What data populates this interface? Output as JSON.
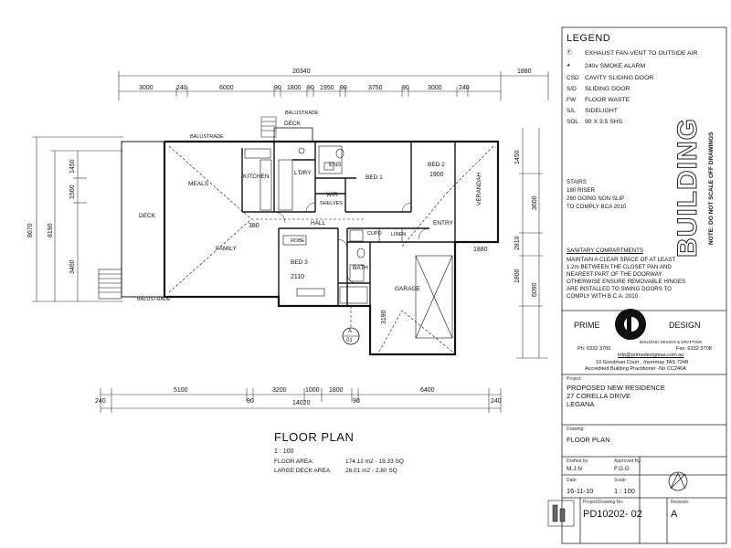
{
  "legend": {
    "title": "LEGEND",
    "items": [
      {
        "symbol": "Ⓕ",
        "text": "EXHAUST FAN-VENT TO OUTSIDE AIR"
      },
      {
        "symbol": "◕",
        "text": "240v SMOKE ALARM"
      },
      {
        "symbol": "CSD",
        "text": "CAVITY SLIDING DOOR"
      },
      {
        "symbol": "S/D",
        "text": "SLIDING DOOR"
      },
      {
        "symbol": "FW",
        "text": "FLOOR WASTE"
      },
      {
        "symbol": "S/L",
        "text": "SIDELIGHT"
      },
      {
        "symbol": "SOL",
        "text": "90 X 3.5 SHS"
      }
    ]
  },
  "stairs": {
    "title": "STAIRS",
    "lines": [
      "180 RISER",
      "260 GOING NON SLIP",
      "TO COMPLY BCA 2010"
    ]
  },
  "sanitary": {
    "title": "SANITARY COMPARTMENTS",
    "lines": [
      "MAINTAIN A CLEAR SPACE OF AT LEAST",
      "1.2m BETWEEN THE CLOSET PAN AND",
      "NEAREST PART OF THE DOORWAY",
      "OTHERWISE ENSURE REMOVABLE HINGES",
      "ARE INSTALLED TO SWING DOORS TO",
      "COMPLY WITH B.C.A. 2010"
    ]
  },
  "stamp": {
    "word": "BUILDING",
    "note": "NOTE: DO NOT SCALE OFF DRAWINGS"
  },
  "company": {
    "name_left": "PRIME",
    "name_right": "DESIGN",
    "tagline": "BUILDING DESIGN & DRAFTING",
    "phone": "Ph: 6332 3700",
    "fax": "Fax: 6332 3708",
    "email": "info@primedesigntas.com.au",
    "address": "10 Goodman Court , Invermay TAS 7248",
    "accreditation": "Accredited Building Practitioner -No CC246A"
  },
  "project": {
    "label": "Project:",
    "lines": [
      "PROPOSED NEW RESIDENCE",
      "27 CORELLA DRIVE",
      "LEGANA"
    ]
  },
  "drawing": {
    "label": "Drawing:",
    "value": "FLOOR PLAN"
  },
  "drafted_by": {
    "label": "Drafted by:",
    "value": "M.J.N"
  },
  "approved_by": {
    "label": "Approved By:",
    "value": "F.G.G"
  },
  "date": {
    "label": "Date:",
    "value": "16-11-10"
  },
  "scale": {
    "label": "Scale:",
    "value": "1 : 100"
  },
  "drawing_no": {
    "label": "Project/Drawing No:",
    "value": "PD10202- 02"
  },
  "revision": {
    "label": "Revision:",
    "value": "A"
  },
  "plan_title": {
    "title": "FLOOR PLAN",
    "scale": "1 : 100",
    "floor_area_label": "FLOOR AREA:",
    "floor_area_value": "174.12 m2  -  19.33 SQ",
    "deck_area_label": "LARGE DECK AREA:",
    "deck_area_value": "26.01 m2  -  2.80 SQ"
  },
  "rooms": {
    "deck_top": "DECK",
    "deck_left": "DECK",
    "meals": "MEALS",
    "kitchen": "KITCHEN",
    "family": "FAMILY",
    "ldry": "L'DRY",
    "ens": "ENS",
    "wir": "WIR",
    "bed1": "BED 1",
    "bed2": "BED 2",
    "bed3": "BED 3",
    "hall": "HALL",
    "entry": "ENTRY",
    "verandah": "VERANDAH",
    "bath": "BATH",
    "garage": "GARAGE",
    "robe": "ROBE",
    "shelves": "SHELVES",
    "cupd": "CUPD",
    "linen": "LINEN",
    "balustrade_top": "BALUSTRADE",
    "balustrade_bottom": "BALUSTRADE",
    "balustrade_deck": "BALUSTRADE",
    "section_marker": "A",
    "section_number": "01"
  },
  "dims": {
    "overall_top": "20340",
    "overall_top_right": "1880",
    "top_chain": [
      "3000",
      "240",
      "6000",
      "90",
      "1800",
      "90",
      "1950",
      "90",
      "3750",
      "90",
      "3000",
      "240"
    ],
    "bottom_chain": [
      "240",
      "5100",
      "90",
      "3200",
      "1000",
      "1800",
      "90",
      "6400",
      "240"
    ],
    "overall_bottom": "14020",
    "left_overall": "8670",
    "left_inner": "8190",
    "left_chain": [
      "1450",
      "1560",
      "3460"
    ],
    "right_chain": [
      "1450",
      "3600",
      "2810",
      "1800",
      "6090"
    ],
    "misc": [
      "2110",
      "1900",
      "3190",
      "1880",
      "380"
    ]
  }
}
